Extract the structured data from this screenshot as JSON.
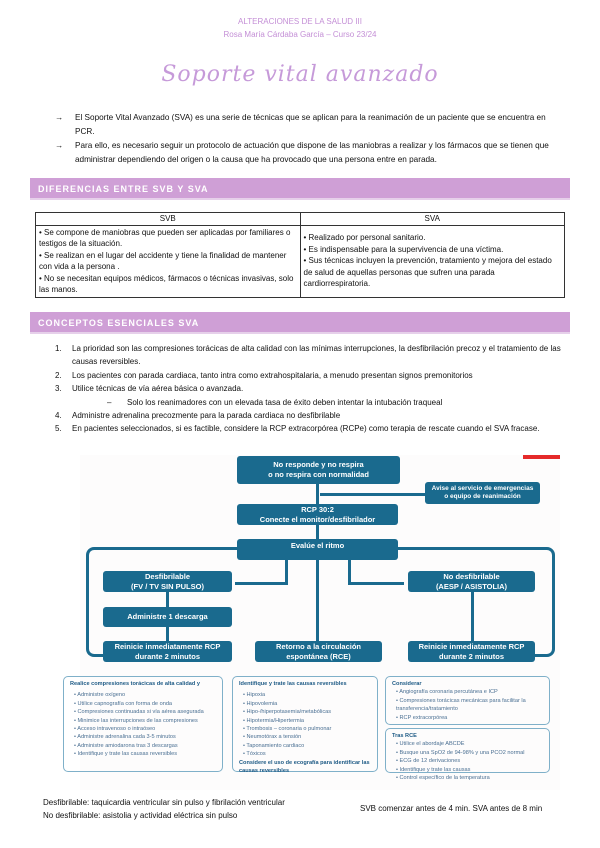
{
  "header": {
    "course": "ALTERACIONES DE LA SALUD III",
    "author": "Rosa María Cárdaba García – Curso 23/24"
  },
  "title": "Soporte vital avanzado",
  "intro": [
    {
      "icon": "arrow-right-icon",
      "text": "El Soporte Vital Avanzado (SVA) es una serie de técnicas que se aplican para la reanimación de un paciente que se encuentra en PCR."
    },
    {
      "icon": "arrow-right-icon",
      "text": "Para ello, es necesario seguir un protocolo de actuación que dispone de las maniobras a realizar y los fármacos que se tienen que administrar dependiendo del origen o la causa que ha provocado que una persona entre en parada."
    }
  ],
  "section1": "DIFERENCIAS ENTRE SVB Y SVA",
  "table": {
    "headers": [
      "SVB",
      "SVA"
    ],
    "svb": [
      "• Se compone de maniobras que pueden ser aplicadas por familiares o testigos de la situación.",
      "• Se realizan en el lugar del accidente y tiene la finalidad de mantener con vida a la persona .",
      "• No se necesitan equipos médicos, fármacos o técnicas invasivas, solo las manos."
    ],
    "sva": [
      "• Realizado por personal sanitario.",
      "• Es indispensable para la supervivencia de una víctima.",
      "• Sus técnicas incluyen la prevención, tratamiento y mejora del estado de salud de aquellas personas que sufren una parada cardiorrespiratoria."
    ]
  },
  "section2": "CONCEPTOS ESENCIALES SVA",
  "concepts": [
    {
      "n": "1.",
      "text": "La prioridad son las compresiones torácicas de alta calidad con las mínimas interrupciones, la desfibrilación precoz y el tratamiento de las causas reversibles."
    },
    {
      "n": "2.",
      "text": "Los pacientes con parada cardiaca, tanto intra como extrahospitalaria, a menudo presentan signos premonitorios"
    },
    {
      "n": "3.",
      "text": "Utilice técnicas de vía aérea básica o avanzada.",
      "sub": "Solo los reanimadores con un elevada tasa de éxito deben intentar la intubación traqueal"
    },
    {
      "n": "4.",
      "text": "Administre adrenalina precozmente para la parada cardiaca no desfibrilable"
    },
    {
      "n": "5.",
      "text": "En pacientes seleccionados, si es factible, considere la RCP extracorpórea (RCPe) como terapia de rescate cuando el SVA fracase."
    }
  ],
  "flowchart": {
    "color": "#1a6a8e",
    "start": [
      "No responde y no respira",
      "o no respira con normalidad"
    ],
    "alert": [
      "Avise al servicio de emergencias",
      "o equipo de reanimación"
    ],
    "rcp": [
      "RCP 30:2",
      "Conecte el monitor/desfibrilador"
    ],
    "evaluate": "Evalúe el ritmo",
    "shockable": [
      "Desfibrilable",
      "(FV / TV SIN PULSO)"
    ],
    "nonshockable": [
      "No desfibrilable",
      "(AESP / ASISTOLIA)"
    ],
    "shock": "Administre 1 descarga",
    "restart_left": [
      "Reinicie inmediatamente RCP",
      "durante 2 minutos"
    ],
    "rosc": [
      "Retorno a la circulación",
      "espontánea (RCE)"
    ],
    "restart_right": [
      "Reinicie inmediatamente RCP",
      "durante 2 minutos"
    ],
    "box_compressions": {
      "title": "Realice compresiones torácicas de alta calidad y",
      "items": [
        "Administre oxígeno",
        "Utilice capnografía con forma de onda",
        "Compresiones continuadas si vía aérea asegurada",
        "Minimice las interrupciones de las compresiones",
        "Acceso intravenoso o intraóseo",
        "Administre adrenalina cada 3-5 minutos",
        "Administre amiodarona tras 3 descargas",
        "Identifique y trate las causas reversibles"
      ]
    },
    "box_causes": {
      "title": "Identifique y trate las causas reversibles",
      "items": [
        "Hipoxia",
        "Hipovolemia",
        "Hipo-/hiperpotasemia/metabólicas",
        "Hipotermia/Hipertermia",
        "Trombosis – coronaria o pulmonar",
        "Neumotórax a tensión",
        "Taponamiento cardiaco",
        "Tóxicos"
      ],
      "footer": "Considere el uso de ecografía para identificar las causas reversibles"
    },
    "box_consider": {
      "title": "Considerar",
      "items": [
        "Angiografía coronaria percutánea e ICP",
        "Compresiones torácicas mecánicas para facilitar la transferencia/tratamiento",
        "RCP extracorpórea"
      ]
    },
    "box_after": {
      "title": "Tras RCE",
      "items": [
        "Utilice el abordaje ABCDE",
        "Busque una SpO2 de 94-98% y una PCO2 normal",
        "ECG de 12 derivaciones",
        "Identifique y trate las causas",
        "Control específico de la temperatura"
      ]
    }
  },
  "footer": {
    "shockable_def": "Desfibrilable: taquicardia ventricular sin pulso y fibrilación ventricular",
    "nonshockable_def": "No desfibrilable: asistolia y actividad eléctrica sin pulso",
    "timing": "SVB comenzar antes de 4 min. SVA antes de 8 min"
  }
}
